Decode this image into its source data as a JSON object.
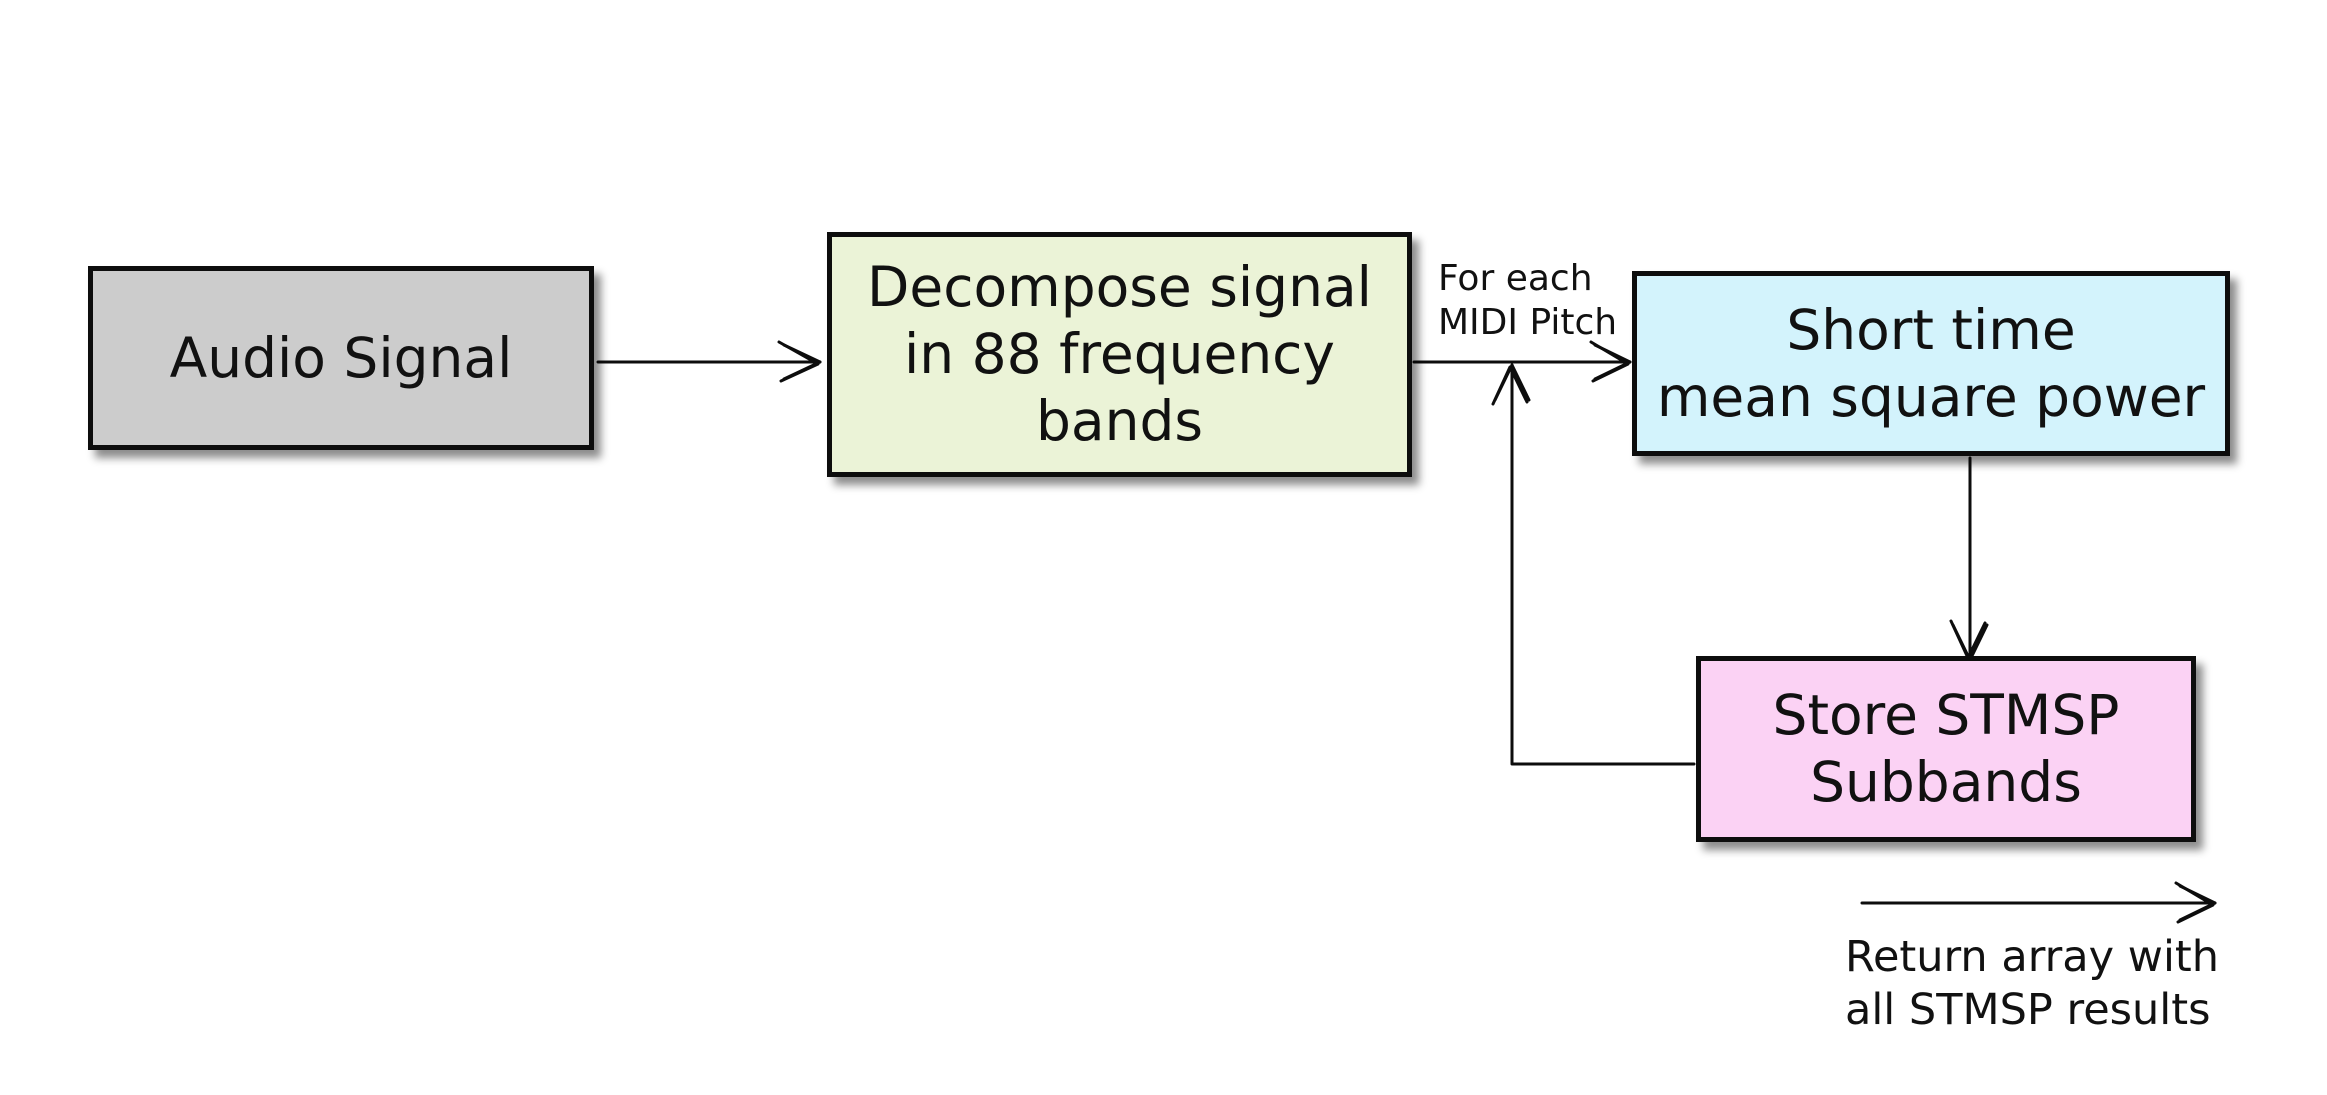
{
  "diagram": {
    "nodes": {
      "audio_signal": {
        "lines": [
          "Audio Signal"
        ],
        "fill": "#cccccc"
      },
      "decompose": {
        "lines": [
          "Decompose signal",
          "in 88 frequency",
          "bands"
        ],
        "fill": "#ebf3d7"
      },
      "stmsp": {
        "lines": [
          "Short time",
          "mean square power"
        ],
        "fill": "#d3f3fc"
      },
      "store": {
        "lines": [
          "Store STMSP",
          "Subbands"
        ],
        "fill": "#fbd2f4"
      }
    },
    "edge_labels": {
      "for_each": [
        "For each",
        "MIDI Pitch"
      ],
      "return": [
        "Return array with",
        "all STMSP results"
      ]
    },
    "edges": [
      {
        "from": "audio_signal",
        "to": "decompose"
      },
      {
        "from": "decompose",
        "to": "stmsp",
        "label": "for_each"
      },
      {
        "from": "stmsp",
        "to": "store"
      },
      {
        "from": "store",
        "to": "for_each_loop"
      },
      {
        "from": "loop_exit",
        "to": "output",
        "label": "return"
      }
    ]
  }
}
